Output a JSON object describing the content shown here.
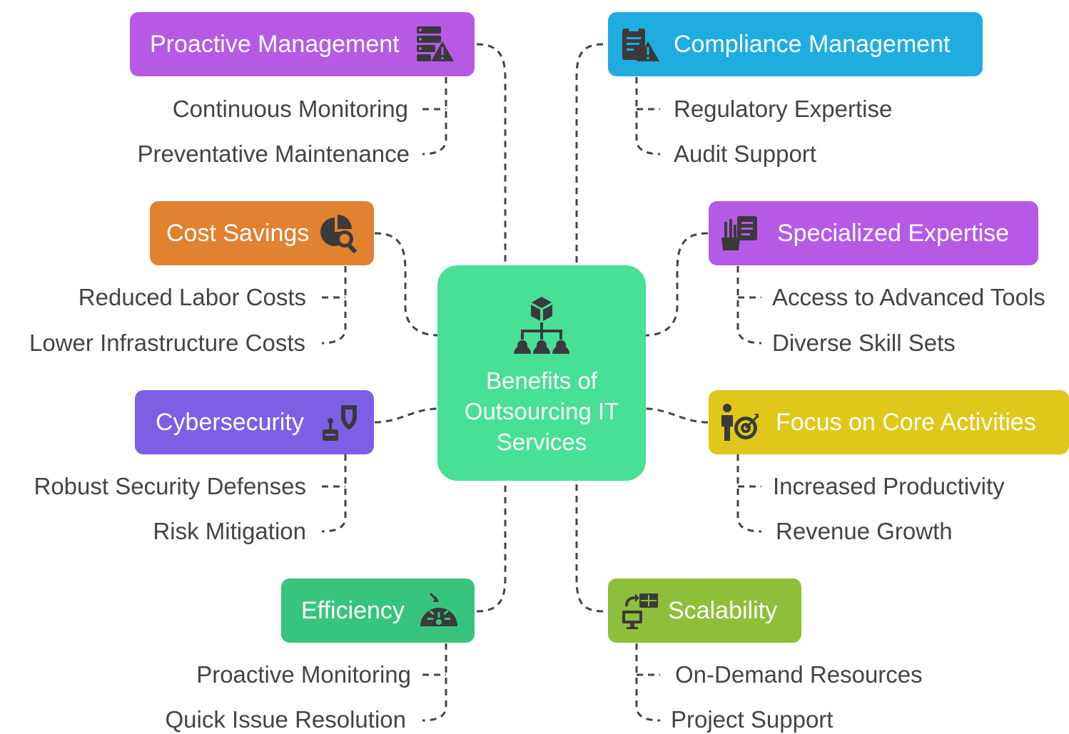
{
  "center": {
    "title": "Benefits of Outsourcing IT Services",
    "icon": "hierarchy-icon",
    "color": "#47e095"
  },
  "branches": [
    {
      "key": "proactive",
      "label": "Proactive Management",
      "color": "#b65ae6",
      "icon": "server-warning-icon",
      "items": [
        "Continuous Monitoring",
        "Preventative Maintenance"
      ]
    },
    {
      "key": "compliance",
      "label": "Compliance Management",
      "color": "#1fade0",
      "icon": "clipboard-warning-icon",
      "items": [
        "Regulatory Expertise",
        "Audit Support"
      ]
    },
    {
      "key": "cost",
      "label": "Cost Savings",
      "color": "#e08230",
      "icon": "pie-chart-search-icon",
      "items": [
        "Reduced Labor Costs",
        "Lower Infrastructure Costs"
      ]
    },
    {
      "key": "expertise",
      "label": "Specialized Expertise",
      "color": "#b65ae6",
      "icon": "tools-list-icon",
      "items": [
        "Access to Advanced Tools",
        "Diverse Skill Sets"
      ]
    },
    {
      "key": "cyber",
      "label": "Cybersecurity",
      "color": "#7d5fe6",
      "icon": "shield-robot-icon",
      "items": [
        "Robust Security Defenses",
        "Risk Mitigation"
      ]
    },
    {
      "key": "focus",
      "label": "Focus on Core Activities",
      "color": "#dfc81a",
      "icon": "person-target-icon",
      "items": [
        "Increased Productivity",
        "Revenue Growth"
      ]
    },
    {
      "key": "efficiency",
      "label": "Efficiency",
      "color": "#37c57d",
      "icon": "speedometer-icon",
      "items": [
        "Proactive Monitoring",
        "Quick Issue Resolution"
      ]
    },
    {
      "key": "scalability",
      "label": "Scalability",
      "color": "#8dbf3a",
      "icon": "monitor-grid-icon",
      "items": [
        "On-Demand Resources",
        "Project Support"
      ]
    }
  ]
}
